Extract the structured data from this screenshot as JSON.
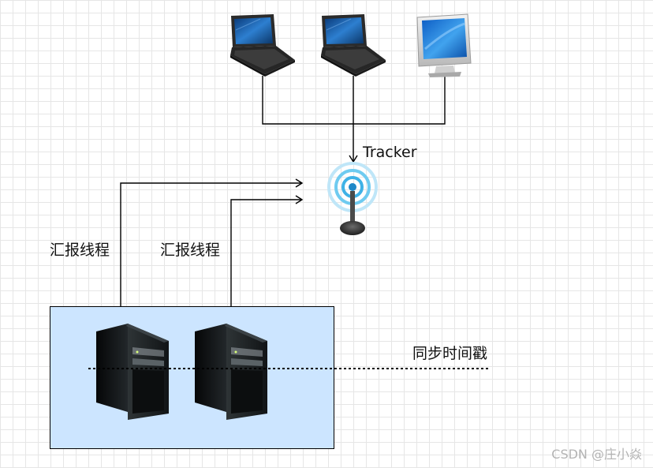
{
  "tracker": {
    "label": "Tracker"
  },
  "clients": [
    {
      "icon": "laptop-icon"
    },
    {
      "icon": "laptop-icon"
    },
    {
      "icon": "monitor-icon"
    }
  ],
  "storage": {
    "report_labels": [
      "汇报线程",
      "汇报线程"
    ],
    "sync_label": "同步时间戳",
    "servers": [
      {
        "icon": "server-tower-icon"
      },
      {
        "icon": "server-tower-icon"
      }
    ]
  },
  "colors": {
    "group_fill": "#cce5ff",
    "line": "#000000",
    "antenna": "#3fb2e6"
  },
  "watermark": "CSDN @庄小焱"
}
